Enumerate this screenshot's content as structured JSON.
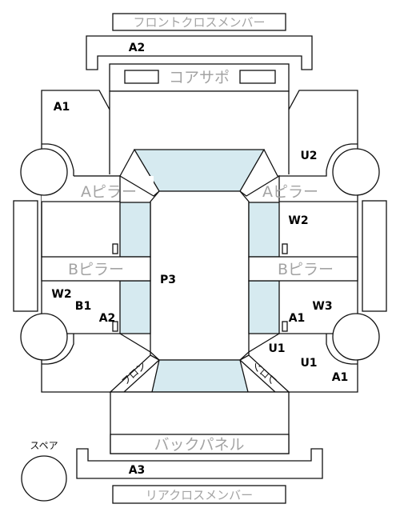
{
  "labels": {
    "front_cross_member": "フロントクロスメンバー",
    "core_support": "コアサポ",
    "a_pillar": "Aピラー",
    "b_pillar": "Bピラー",
    "back_panel": "バックパネル",
    "rear_cross_member": "リアクロスメンバー",
    "spare": "スペア",
    "front_fender_left": "フロン",
    "front_fender_right": "フロン"
  },
  "codes": {
    "a2_front": "A2",
    "a1_front_left": "A1",
    "u2": "U2",
    "w2_right": "W2",
    "p3": "P3",
    "w2_left": "W2",
    "b1": "B1",
    "a2_left": "A2",
    "a1_right": "A1",
    "w3": "W3",
    "u1_upper": "U1",
    "u1_lower": "U1",
    "a1_rear_right": "A1",
    "a3": "A3"
  },
  "colors": {
    "glass": "#d6eaf0",
    "outline": "#111111",
    "grey_label": "#a3a3a3"
  }
}
